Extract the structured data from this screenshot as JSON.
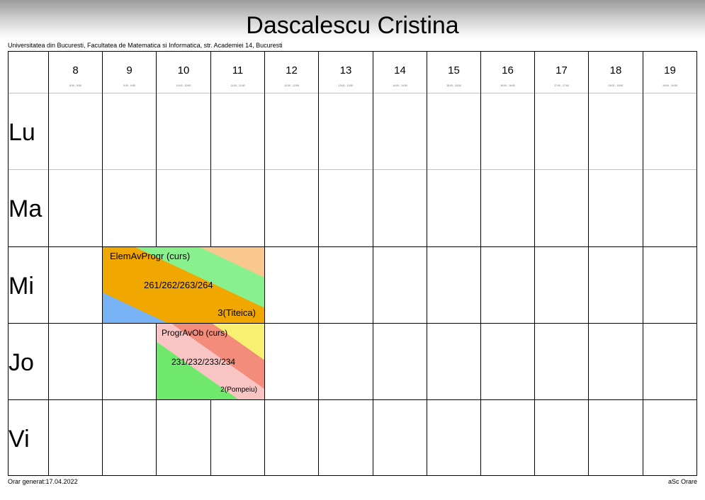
{
  "header": {
    "title": "Dascalescu Cristina",
    "subtitle": "Universitatea din Bucuresti, Facultatea de Matematica si Informatica, str. Academiei 14, Bucuresti"
  },
  "hours": [
    {
      "label": "8",
      "range": "8:00 - 8:50"
    },
    {
      "label": "9",
      "range": "9:00 - 9:50"
    },
    {
      "label": "10",
      "range": "10:00 - 10:50"
    },
    {
      "label": "11",
      "range": "11:00 - 11:50"
    },
    {
      "label": "12",
      "range": "12:00 - 12:50"
    },
    {
      "label": "13",
      "range": "13:00 - 13:50"
    },
    {
      "label": "14",
      "range": "14:00 - 14:50"
    },
    {
      "label": "15",
      "range": "15:00 - 15:50"
    },
    {
      "label": "16",
      "range": "16:00 - 16:50"
    },
    {
      "label": "17",
      "range": "17:00 - 17:50"
    },
    {
      "label": "18",
      "range": "18:00 - 18:50"
    },
    {
      "label": "19",
      "range": "19:00 - 19:50"
    }
  ],
  "days": [
    "Lu",
    "Ma",
    "Mi",
    "Jo",
    "Vi"
  ],
  "events": [
    {
      "day": "Mi",
      "subject": "ElemAvProgr (curs)",
      "groups": "261/262/263/264",
      "room": "3(Titeica)",
      "colors": [
        "#78b4f5",
        "#f0a800",
        "#88f08c",
        "#f8c890"
      ]
    },
    {
      "day": "Jo",
      "subject": "ProgrAvOb (curs)",
      "groups": "231/232/233/234",
      "room": "2(Pompeiu)",
      "colors": [
        "#70e86c",
        "#f8c4c4",
        "#f48c7c",
        "#f8f070"
      ]
    }
  ],
  "footer": {
    "generated": "Orar generat:17.04.2022",
    "brand": "aSc Orare"
  }
}
